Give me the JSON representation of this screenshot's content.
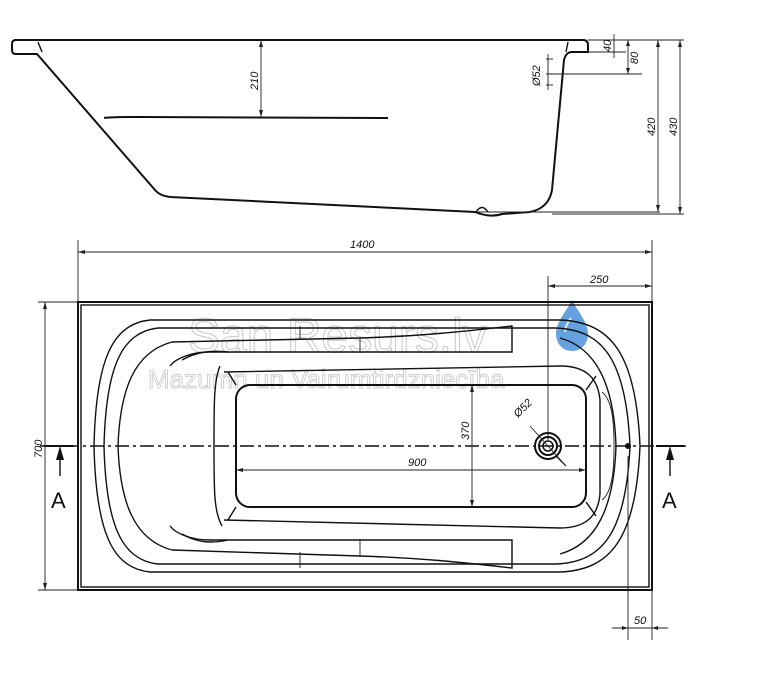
{
  "side_view": {
    "dims": {
      "depth_inner": "210",
      "rim_40": "40",
      "rim_80": "80",
      "drain_diam": "Ø52",
      "height_420": "420",
      "height_430": "430"
    }
  },
  "top_view": {
    "dims": {
      "length": "1400",
      "offset_250": "250",
      "width": "700",
      "inner_370": "370",
      "inner_900": "900",
      "drain_diam": "Ø52",
      "edge_50": "50"
    },
    "section_labels": {
      "left": "A",
      "right": "A"
    }
  },
  "watermark": {
    "brand": "San Resurs.lv",
    "tagline": "Mazumn un Vairumtirdzniecība",
    "drop_color": "#4a90d9"
  }
}
